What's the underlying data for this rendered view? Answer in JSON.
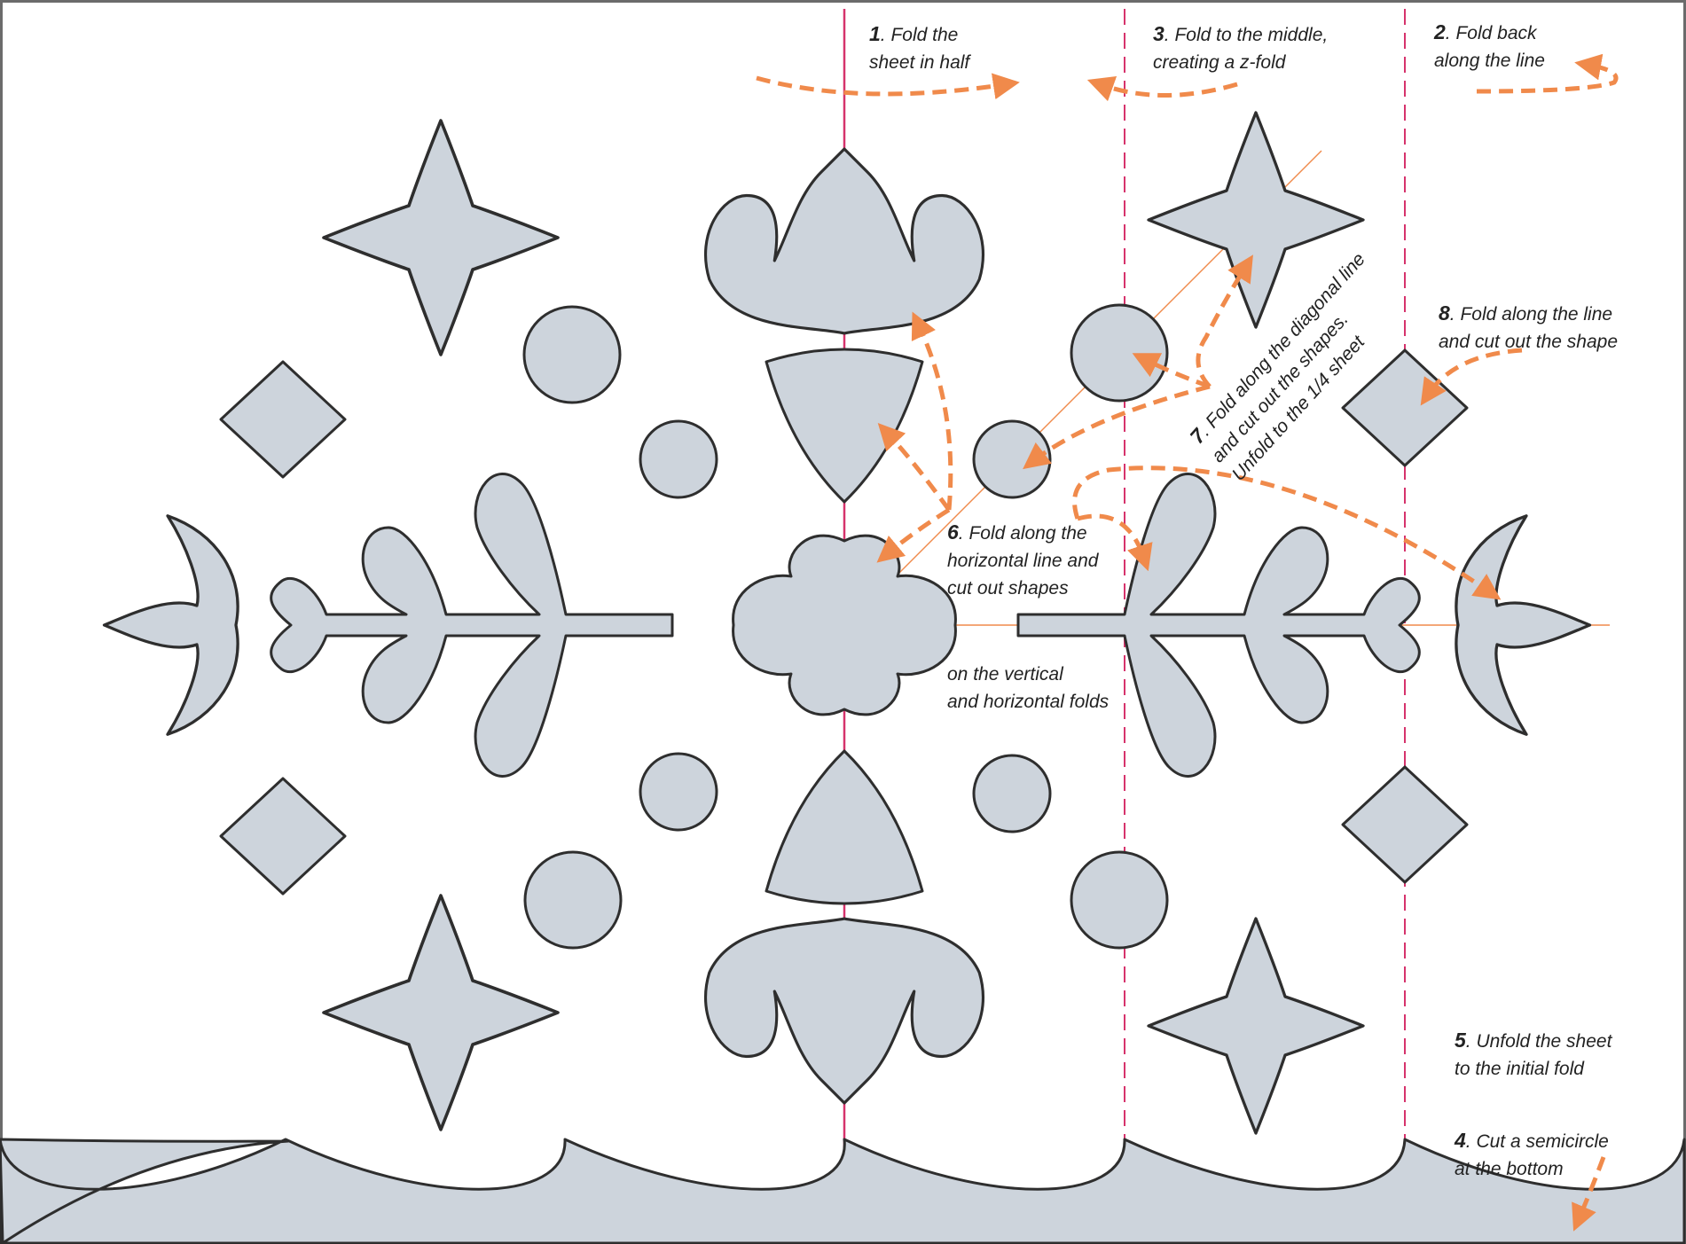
{
  "instructions": [
    {
      "id": "step1",
      "number": "1",
      "lines": [
        ". Fold the",
        "sheet in half"
      ]
    },
    {
      "id": "step2",
      "number": "2",
      "lines": ". Fold back|along the line"
    },
    {
      "id": "step3",
      "number": "3",
      "lines": ". Fold to the middle,|creating a z-fold"
    },
    {
      "id": "step4",
      "number": "4",
      "lines": ". Cut a semicircle|at the bottom"
    },
    {
      "id": "step5",
      "number": "5",
      "lines": ". Unfold the sheet|to the initial fold"
    },
    {
      "id": "step6",
      "number": "6",
      "lines": ". Fold along the|horizontal line and|cut out shapes"
    },
    {
      "id": "step6b",
      "number": "",
      "lines": "on the vertical|and horizontal folds"
    },
    {
      "id": "step7",
      "number": "7",
      "lines": ". Fold along the diagonal line|and cut out the shapes.|Unfold to the 1/4 sheet"
    },
    {
      "id": "step8",
      "number": "8",
      "lines": ". Fold along the line|and cut out the shape"
    }
  ],
  "colors": {
    "shape_fill": "#cdd4dc",
    "outline": "#2e2e2e",
    "arrow": "#f08a4b",
    "fold_line": "#d6336c"
  }
}
